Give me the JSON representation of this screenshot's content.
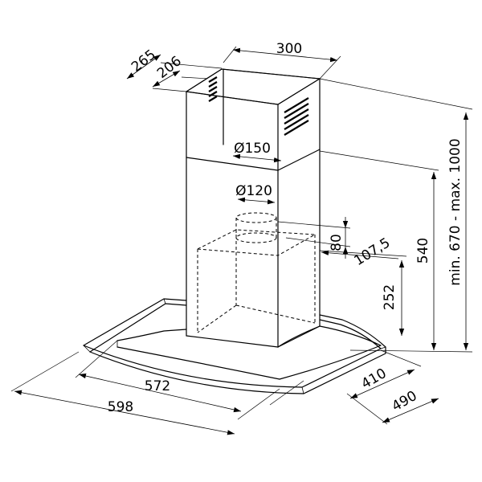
{
  "diagram": {
    "dimensions": {
      "top_width": "300",
      "top_depth_outer": "265",
      "top_depth_inner": "206",
      "duct_outlet_diameter": "Ø150",
      "duct_inlet_diameter": "Ø120",
      "total_height": "min. 670 - max. 1000",
      "lower_chimney_height": "540",
      "collar_height": "80",
      "collar_offset": "107,5",
      "body_height": "252",
      "glass_width_inner": "572",
      "glass_width_outer": "598",
      "glass_depth_inner": "410",
      "glass_depth_outer": "490"
    }
  }
}
